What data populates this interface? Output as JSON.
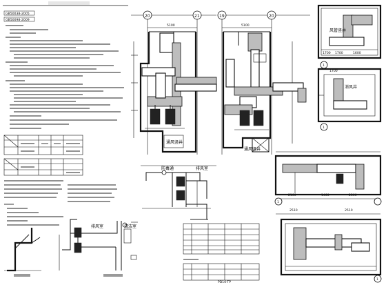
{
  "sheet": {
    "standards": [
      "GB50038-2005",
      "GB50098-2009"
    ],
    "dimensions": {
      "plan_a_top": "5100",
      "plan_b_top": "5100",
      "detail_top_a": "1700",
      "detail_top_b": "1600",
      "detail_dim_left": "1700",
      "detail_dim_right": "1600",
      "detail_mid_a": "1700",
      "detail_lower_a": "2100",
      "detail_lower_b": "1400",
      "detail_lower_c": "2300",
      "detail_bottom_a": "2510",
      "detail_bottom_b": "2510"
    },
    "axis_labels": {
      "plan_a_left": "20",
      "plan_a_right": "21",
      "plan_b_left": "19",
      "plan_b_right": "20",
      "detail_1": "1",
      "detail_2": "1",
      "detail_3": "1",
      "detail_4": "1"
    },
    "room_labels": {
      "plan_a_shaft": "通风竖井",
      "plan_b_shaft": "通风竖井",
      "detail_1_room": "风管竖井",
      "detail_2_room": "消风井",
      "schematic_a_title": "防毒通",
      "schematic_a_title2": "排风室",
      "schematic_b_title": "排风室",
      "schematic_b_title2": "清洁室"
    },
    "caption": "PD10-TP"
  }
}
